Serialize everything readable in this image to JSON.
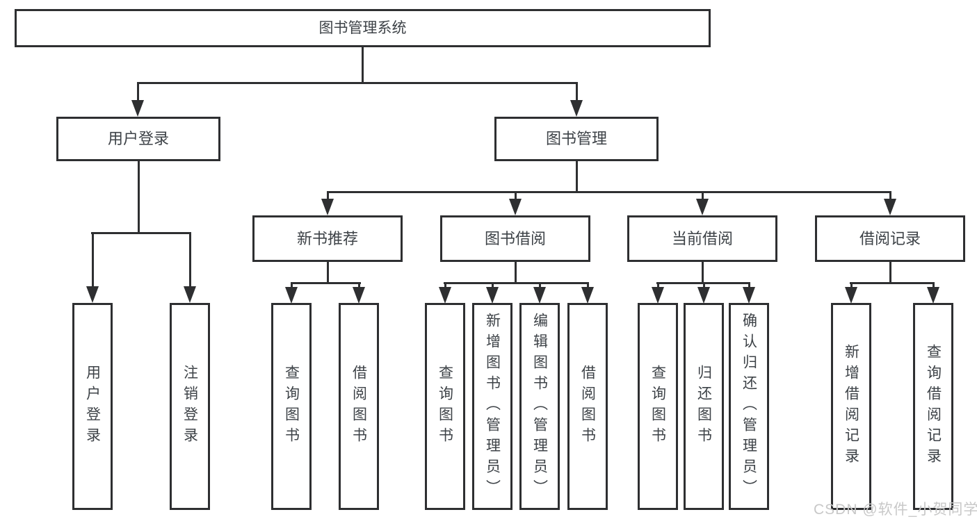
{
  "tree": {
    "label": "图书管理系统",
    "children": [
      {
        "label": "用户登录",
        "children": [
          {
            "label": "用户登录"
          },
          {
            "label": "注销登录"
          }
        ]
      },
      {
        "label": "图书管理",
        "children": [
          {
            "label": "新书推荐",
            "children": [
              {
                "label": "查询图书"
              },
              {
                "label": "借阅图书"
              }
            ]
          },
          {
            "label": "图书借阅",
            "children": [
              {
                "label": "查询图书"
              },
              {
                "label": "新增图书（管理员）"
              },
              {
                "label": "编辑图书（管理员）"
              },
              {
                "label": "借阅图书"
              }
            ]
          },
          {
            "label": "当前借阅",
            "children": [
              {
                "label": "查询图书"
              },
              {
                "label": "归还图书"
              },
              {
                "label": "确认归还（管理员）"
              }
            ]
          },
          {
            "label": "借阅记录",
            "children": [
              {
                "label": "新增借阅记录"
              },
              {
                "label": "查询借阅记录"
              }
            ]
          }
        ]
      }
    ]
  },
  "watermark": "CSDN @软件_小贺同学",
  "colors": {
    "line": "#2e2f31",
    "text": "#3d4247",
    "watermark": "#c8c8c8",
    "background": "#ffffff"
  }
}
